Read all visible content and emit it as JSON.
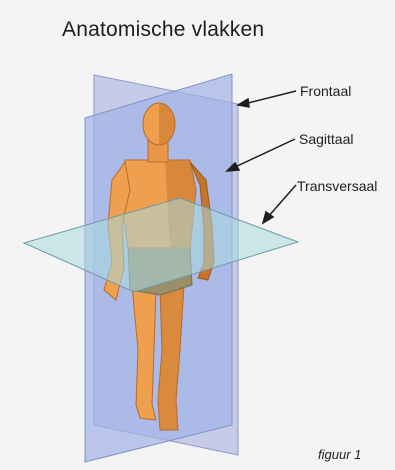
{
  "diagram": {
    "title": "Anatomische vlakken",
    "labels": {
      "frontaal": "Frontaal",
      "sagittaal": "Sagittaal",
      "transversaal": "Transversaal"
    },
    "caption": "figuur 1"
  },
  "colors": {
    "background": "#f4f4f4",
    "frontal_plane": "#b7bfe4",
    "sagittal_plane": "#9fb2e6",
    "transverse_plane": "#a9dadf",
    "skin": "#eea04f",
    "skin_shadow": "#c7742c",
    "trunks": "#9b8f6a"
  }
}
